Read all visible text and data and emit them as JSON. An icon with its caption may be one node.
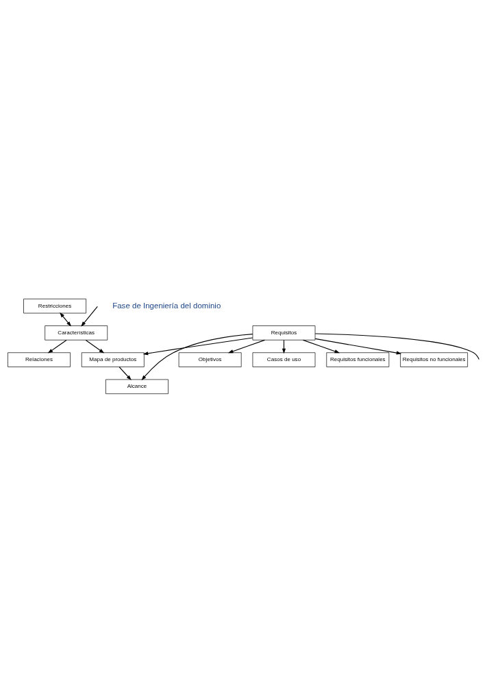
{
  "diagram": {
    "nodes": [
      {
        "text": [
          "Alcance"
        ]
      },
      {
        "text": [
          "Características"
        ]
      },
      {
        "text": [
          "Restricciones"
        ]
      },
      {
        "text": [
          "Relaciones"
        ]
      },
      {
        "text": [
          "Objetivos"
        ]
      },
      {
        "text": [
          "Mapa de productos"
        ]
      },
      {
        "text": [
          "Casos de uso"
        ]
      },
      {
        "text": [
          "Requisitos"
        ]
      },
      {
        "text": [
          "Requisitos funcionales"
        ]
      },
      {
        "text": [
          "Requisitos no funcionales"
        ]
      }
    ],
    "edges": [
      {
        "from": null,
        "to": 1,
        "arrow": "to"
      },
      {
        "from": 2,
        "to": 1,
        "arrow": "both"
      },
      {
        "from": 1,
        "to": 3,
        "arrow": "to"
      },
      {
        "from": 1,
        "to": 5,
        "arrow": "to"
      },
      {
        "from": 7,
        "to": 4,
        "arrow": "to"
      },
      {
        "from": 7,
        "to": 5,
        "arrow": "to"
      },
      {
        "from": 5,
        "to": 0,
        "arrow": "to"
      },
      {
        "from": 7,
        "to": 0,
        "arrow": "to"
      },
      {
        "from": 7,
        "to": 6,
        "arrow": "to"
      },
      {
        "from": 7,
        "to": 8,
        "arrow": "to"
      },
      {
        "from": 7,
        "to": 9,
        "arrow": "to"
      },
      {
        "from": 7,
        "to": null,
        "arrow": "none"
      }
    ],
    "labels": [
      "Fase de Ingeniería del dominio"
    ]
  }
}
